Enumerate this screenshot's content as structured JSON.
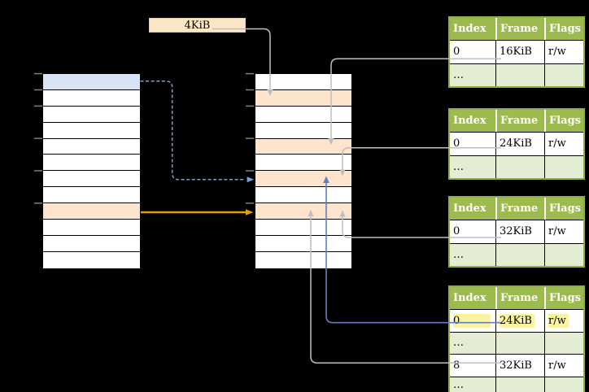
{
  "colors": {
    "background": "#000000",
    "table_header_green": "#9CBA4E",
    "table_border_green": "#8FAE47",
    "table_alt_row_green": "#E4ECD4",
    "cell_orange": "#FCE4CD",
    "cell_blue": "#D8E4F6",
    "box_cream": "#FBE7C5",
    "connector_gray": "#BFBFBF",
    "connector_blue": "#5E81BE",
    "connector_blue_dashed": "#7E9ED5",
    "connector_orange": "#DFA000",
    "highlight_yellow": "#FAF3A2",
    "tick_gray": "#7F7F7F"
  },
  "size_label": {
    "text": "4KiB"
  },
  "left_column": {
    "rows": [
      "blue",
      "white",
      "white",
      "white",
      "white",
      "white",
      "white",
      "white",
      "orange",
      "white",
      "white",
      "white"
    ]
  },
  "middle_column": {
    "rows": [
      "white",
      "orange",
      "white",
      "white",
      "orange",
      "white",
      "orange",
      "white",
      "orange",
      "white",
      "white",
      "white"
    ]
  },
  "page_tables": [
    {
      "headers": [
        "Index",
        "Frame",
        "Flags"
      ],
      "rows": [
        {
          "cells": [
            "0",
            "16KiB",
            "r/w"
          ],
          "ellipsis": false,
          "highlight": false
        },
        {
          "cells": [
            "…",
            "",
            ""
          ],
          "ellipsis": true,
          "highlight": false
        }
      ]
    },
    {
      "headers": [
        "Index",
        "Frame",
        "Flags"
      ],
      "rows": [
        {
          "cells": [
            "0",
            "24KiB",
            "r/w"
          ],
          "ellipsis": false,
          "highlight": false
        },
        {
          "cells": [
            "…",
            "",
            ""
          ],
          "ellipsis": true,
          "highlight": false
        }
      ]
    },
    {
      "headers": [
        "Index",
        "Frame",
        "Flags"
      ],
      "rows": [
        {
          "cells": [
            "0",
            "32KiB",
            "r/w"
          ],
          "ellipsis": false,
          "highlight": false
        },
        {
          "cells": [
            "…",
            "",
            ""
          ],
          "ellipsis": true,
          "highlight": false
        }
      ]
    },
    {
      "headers": [
        "Index",
        "Frame",
        "Flags"
      ],
      "rows": [
        {
          "cells": [
            "0",
            "24KiB",
            "r/w"
          ],
          "ellipsis": false,
          "highlight": true
        },
        {
          "cells": [
            "…",
            "",
            ""
          ],
          "ellipsis": true,
          "highlight": false
        },
        {
          "cells": [
            "8",
            "32KiB",
            "r/w"
          ],
          "ellipsis": false,
          "highlight": false
        },
        {
          "cells": [
            "…",
            "",
            ""
          ],
          "ellipsis": true,
          "highlight": false
        }
      ]
    }
  ]
}
